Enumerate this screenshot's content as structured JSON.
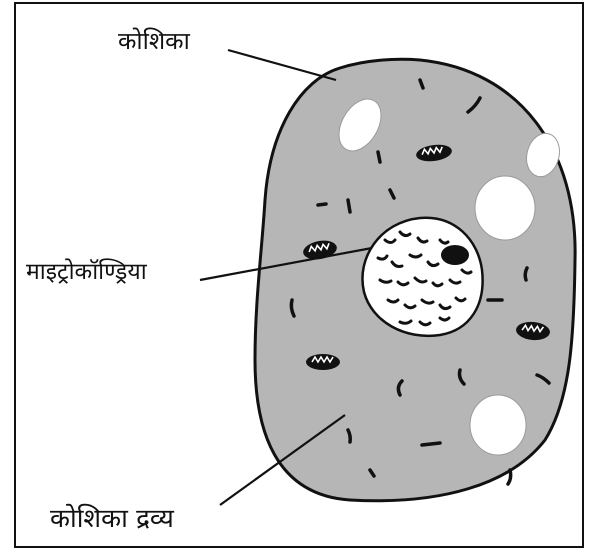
{
  "diagram": {
    "labels": {
      "cell": "कोशिका",
      "mitochondria": "माइट्रोकॉण्ड्रिया",
      "cytoplasm": "कोशिका द्रव्य"
    },
    "colors": {
      "cell_fill": "#b6b6b6",
      "outline": "#111111",
      "nucleus_fill": "#ffffff",
      "vacuole_fill": "#ffffff",
      "background": "#ffffff"
    }
  }
}
